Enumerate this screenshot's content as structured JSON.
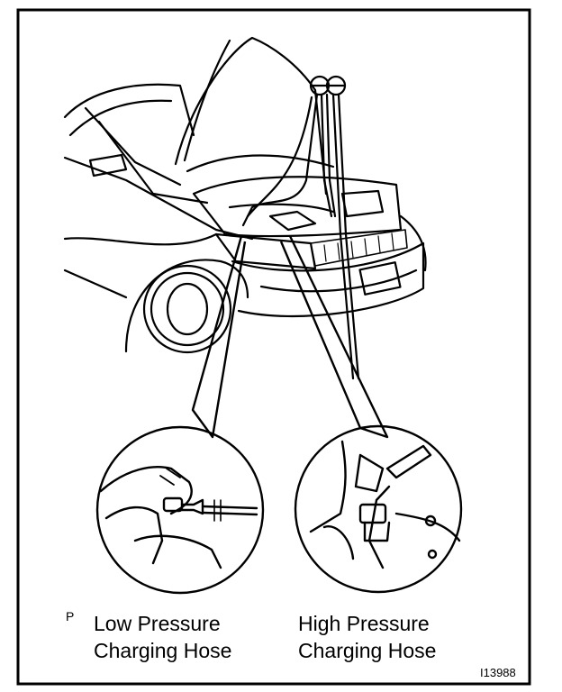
{
  "figure": {
    "marker": "P",
    "code": "I13988"
  },
  "callouts": {
    "low": {
      "line1": "Low Pressure",
      "line2": "Charging Hose"
    },
    "high": {
      "line1": "High  Pressure",
      "line2": "Charging Hose"
    }
  },
  "colors": {
    "ink": "#000000",
    "paper": "#ffffff"
  }
}
